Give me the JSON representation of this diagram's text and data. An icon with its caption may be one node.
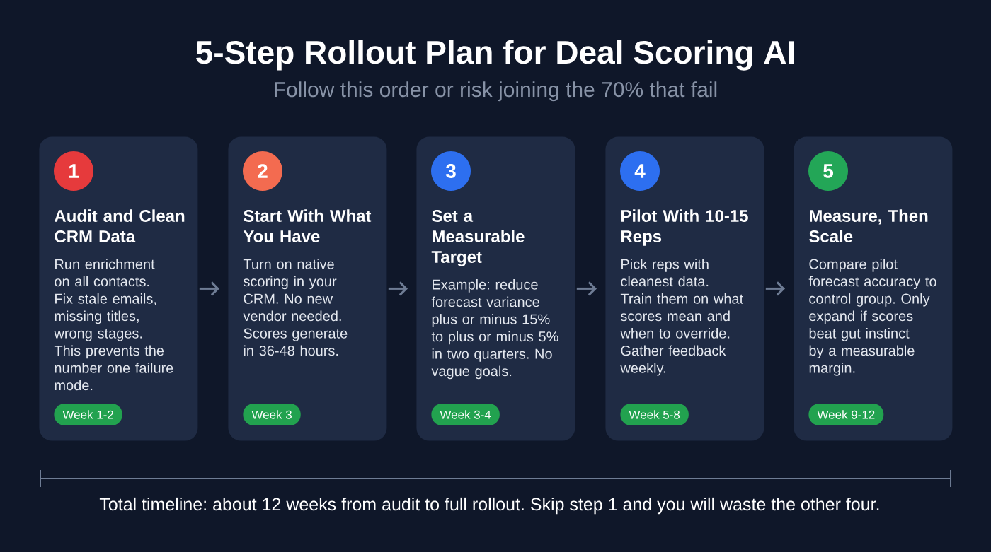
{
  "diagram": {
    "title": "5-Step Rollout Plan for Deal Scoring AI",
    "caption": "Total timeline: about 12 weeks from audit to full rollout. Skip step 1 and you will waste the other four.",
    "nodes": [
      {
        "text": [
          "Audit and Clean CRM Data",
          "Run enrichment on all contacts. Fix stale emails, missing titles, wrong stages. This prevents the number one failure mode."
        ]
      },
      {
        "text": [
          "1"
        ],
        "in": 0
      },
      {
        "text": [
          "Week 1-2"
        ],
        "in": 0
      },
      {
        "text": [
          "Start With What You Have",
          "Turn on native scoring in your CRM. No new vendor needed. Scores generate in 36-48 hours."
        ]
      },
      {
        "text": [
          "2"
        ],
        "in": 3
      },
      {
        "text": [
          "Week 3"
        ],
        "in": 3
      },
      {
        "text": [
          "Set a Measurable Target",
          "Example: reduce forecast variance plus or minus 15% to plus or minus 5% in two quarters. No vague goals."
        ]
      },
      {
        "text": [
          "3"
        ],
        "in": 6
      },
      {
        "text": [
          "Week 3-4"
        ],
        "in": 6
      },
      {
        "text": [
          "Pilot With 10-15 Reps",
          "Pick reps with cleanest data. Train them on what scores mean and when to override. Gather feedback weekly."
        ]
      },
      {
        "text": [
          "4"
        ],
        "in": 9
      },
      {
        "text": [
          "Week 5-8"
        ],
        "in": 9
      },
      {
        "text": [
          "Measure, Then Scale",
          "Compare pilot forecast accuracy to control group. Only expand if scores beat gut instinct by a measurable margin."
        ]
      },
      {
        "text": [
          "5"
        ],
        "in": 12
      },
      {
        "text": [
          "Week 9-12"
        ],
        "in": 12
      }
    ],
    "edges": [
      {
        "from": 0,
        "to": 3,
        "arrow": "to"
      },
      {
        "from": 3,
        "to": 6,
        "arrow": "to"
      },
      {
        "from": 6,
        "to": 9,
        "arrow": "to"
      },
      {
        "from": 9,
        "to": 12,
        "arrow": "to"
      }
    ],
    "labels": [
      "Follow this order or risk joining the 70% that fail"
    ]
  }
}
